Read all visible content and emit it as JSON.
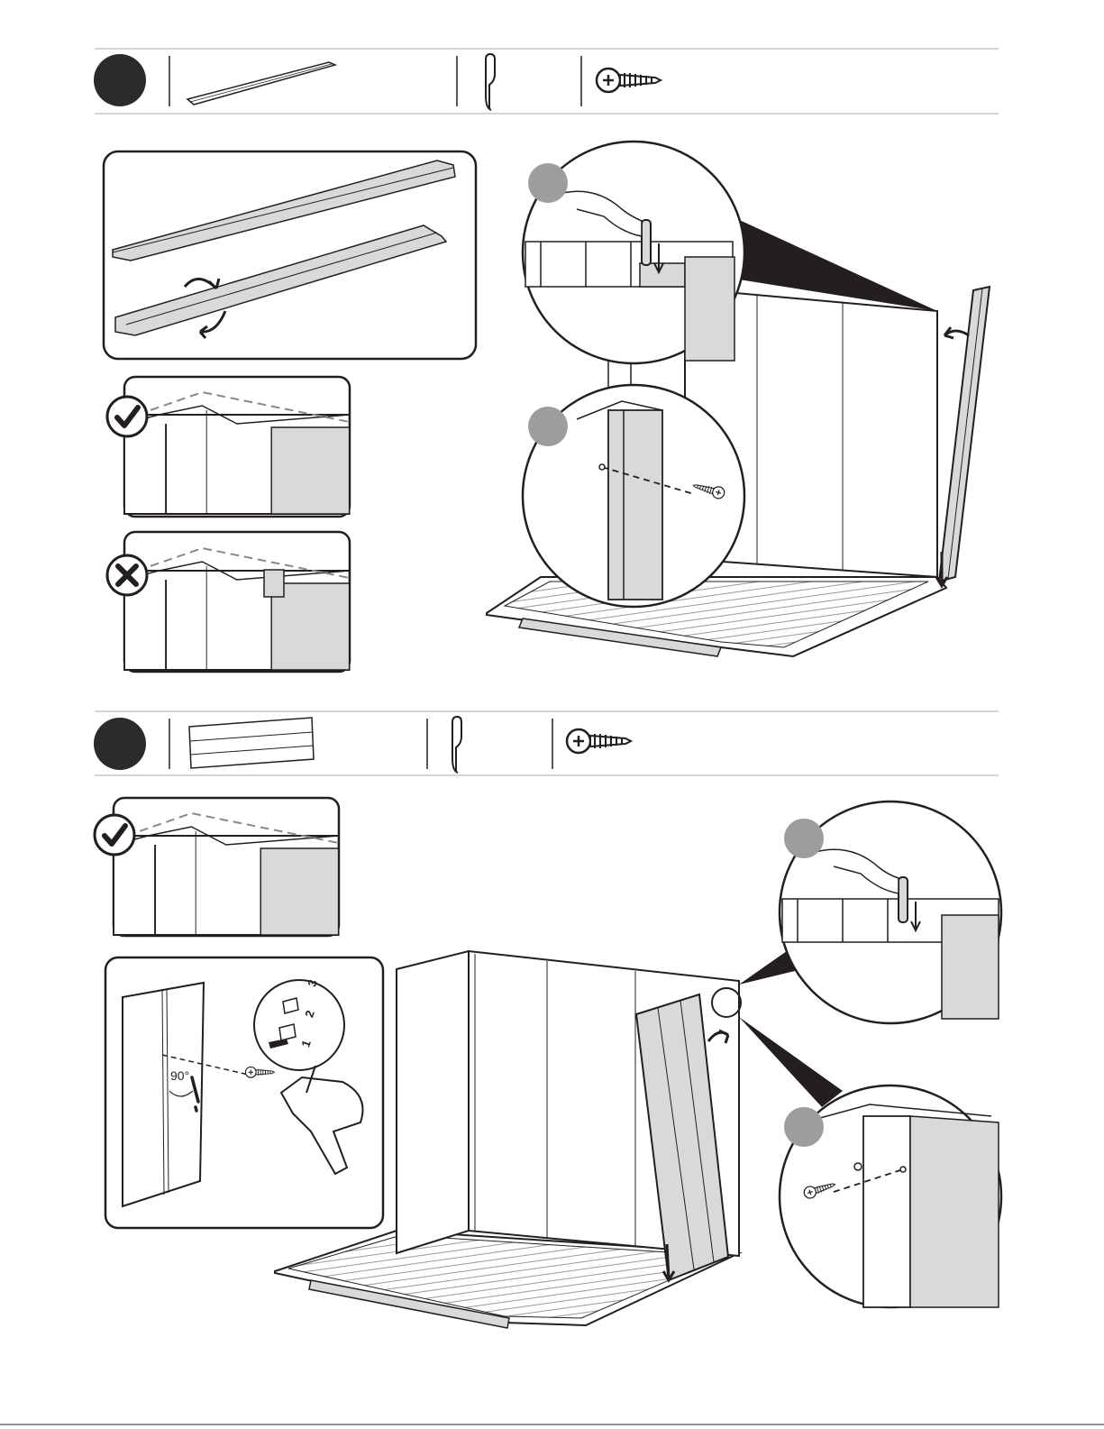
{
  "page": {
    "background": "#ffffff",
    "ink": "#231f20",
    "panel_fill": "#d9d9d9",
    "step_badge": "#2b2b2b",
    "detail_badge": "#9d9d9d"
  },
  "steps": [
    {
      "parts": [
        "corner-trim-profile",
        "clip",
        "screw"
      ],
      "detail_badges": 2,
      "checks": [
        "correct-icon",
        "incorrect-icon"
      ]
    },
    {
      "parts": [
        "wall-panel",
        "clip",
        "screw"
      ],
      "detail_badges": 2,
      "checks": [
        "correct-icon"
      ],
      "drill": {
        "angle_label": "90°",
        "torque_settings": [
          "1",
          "2",
          "3"
        ],
        "selected_setting": "1"
      }
    }
  ]
}
